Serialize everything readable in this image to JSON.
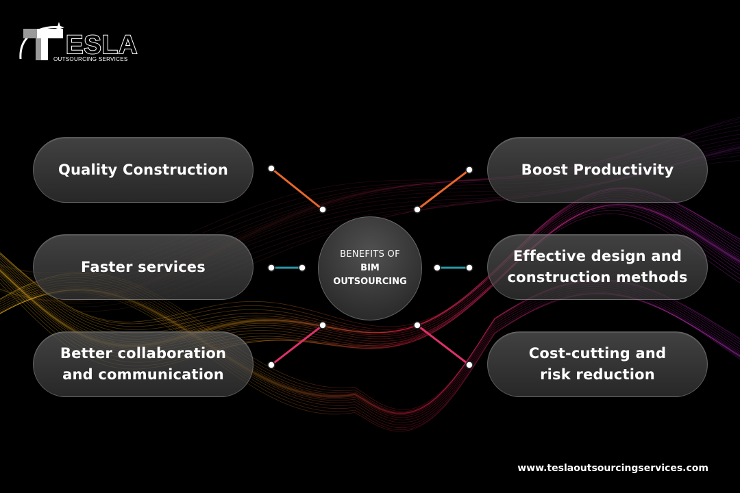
{
  "brand": {
    "name": "ESLA",
    "tagline": "OUTSOURCING SERVICES"
  },
  "hub": {
    "line1": "BENEFITS OF",
    "line2": "BIM",
    "line3": "OUTSOURCING"
  },
  "benefits": {
    "left": [
      {
        "label": "Quality Construction"
      },
      {
        "label": "Faster services"
      },
      {
        "label": "Better collaboration\nand communication"
      }
    ],
    "right": [
      {
        "label": "Boost Productivity"
      },
      {
        "label": "Effective design and\nconstruction methods"
      },
      {
        "label": "Cost-cutting and\nrisk reduction"
      }
    ]
  },
  "website": "www.teslaoutsourcingservices.com",
  "colors": {
    "background": "#000000",
    "connector_top": "#e8672a",
    "connector_middle": "#2a9aa8",
    "connector_bottom": "#e0306a",
    "wave_gold": "#e8b020",
    "wave_red": "#e0203a",
    "wave_magenta": "#c030d0"
  }
}
